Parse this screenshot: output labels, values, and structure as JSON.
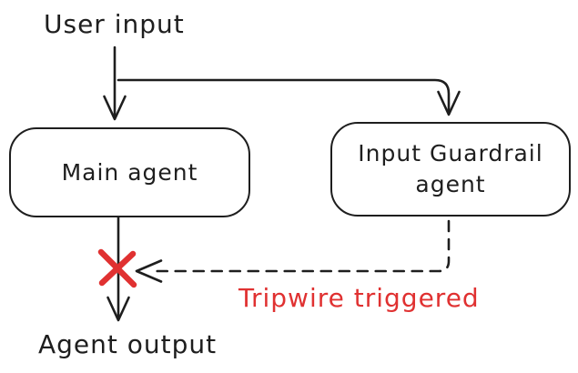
{
  "labels": {
    "user_input": "User input",
    "agent_output": "Agent output",
    "tripwire": "Tripwire triggered"
  },
  "nodes": {
    "main_agent": "Main agent",
    "input_guardrail": "Input Guardrail agent"
  },
  "icons": {
    "tripwire_x": "x-mark"
  },
  "colors": {
    "ink": "#1e1e1e",
    "alert": "#e03131",
    "background": "#ffffff"
  }
}
